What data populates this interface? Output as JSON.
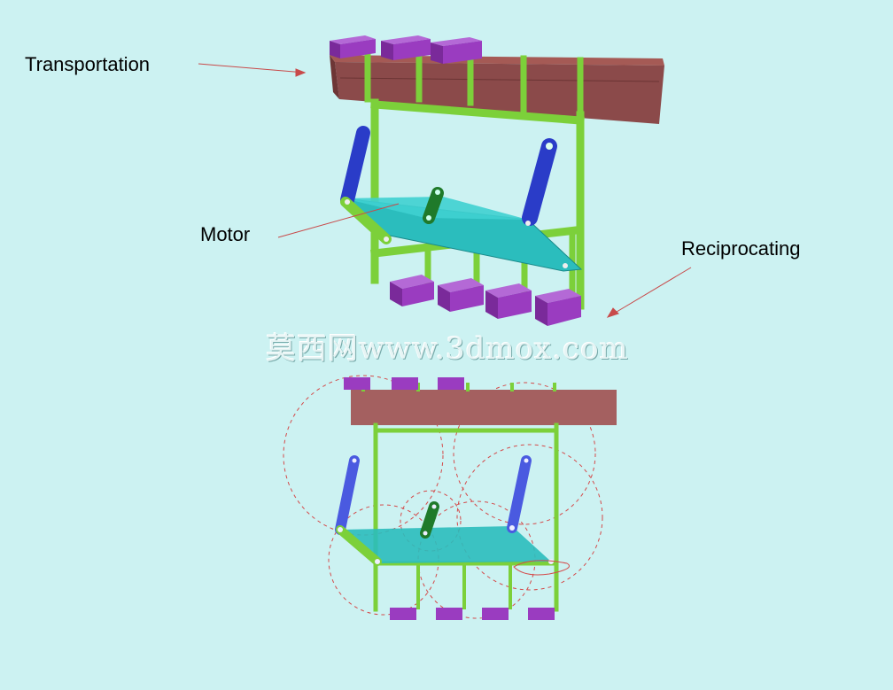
{
  "labels": {
    "transportation": "Transportation",
    "motor": "Motor",
    "reciprocating": "Reciprocating"
  },
  "watermark": "莫西网www.3dmox.com",
  "colors": {
    "background": "#ccf2f2",
    "conveyor_front": "#8b4a4a",
    "conveyor_top": "#a55a55",
    "frame": "#7cd03a",
    "link": "#2a3cc8",
    "plate": "#2bbdbd",
    "crank": "#1f7a2a",
    "block": "#9a3cc0",
    "path": "#d44a4a",
    "leader": "#c84a4a"
  }
}
